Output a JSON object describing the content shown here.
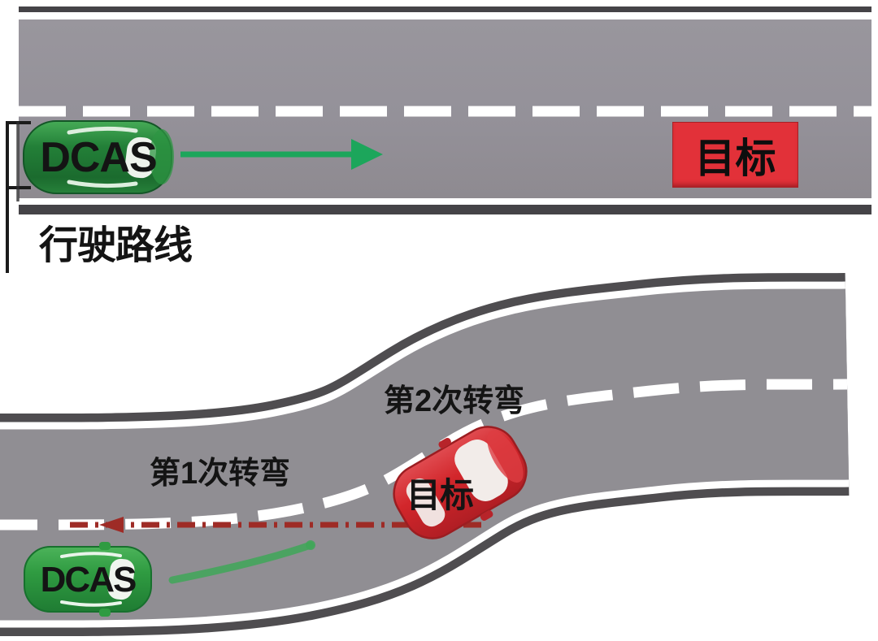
{
  "top_diagram": {
    "dcas_vehicle_label": "DCAS",
    "target_label": "目标",
    "route_label": "行驶路线"
  },
  "bottom_diagram": {
    "dcas_vehicle_label": "DCAS",
    "target_label": "目标",
    "turn1_label": "第1次转弯",
    "turn2_label": "第2次转弯"
  },
  "colors": {
    "road_gray_top": "#949199",
    "road_gray_bottom": "#908e93",
    "road_border_dark_top": "#454347",
    "road_border_dark_bottom": "#4f4d50",
    "lane_line_white": "#ffffff",
    "arrow_green": "#1ca65b",
    "swoosh_green": "#3fa758",
    "target_box_red": "#e23139",
    "target_car_red": "#d2262b",
    "dcas_car_green": "#2e9b43",
    "red_dash_line": "#9e2b26",
    "text_black": "#141414",
    "bracket_black": "#1b1b1b"
  }
}
